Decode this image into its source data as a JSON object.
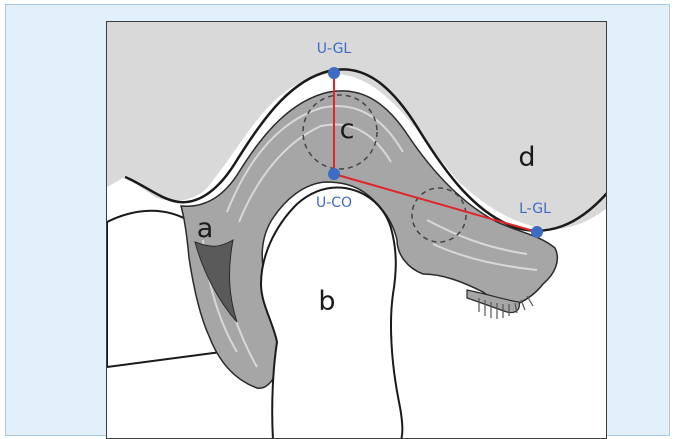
{
  "figure": {
    "regions": {
      "a": "a",
      "b": "b",
      "c": "c",
      "d": "d"
    },
    "points": {
      "upper_glenoid": "U-GL",
      "upper_condyle": "U-CO",
      "lower_glenoid": "L-GL"
    },
    "colors": {
      "background": "#e2f0fb",
      "bone_fill": "#d9d9d9",
      "disc_fill": "#a6a6a6",
      "dark_fill": "#5a5a5a",
      "measure_line": "#e0262b",
      "landmark_point": "#3d6cc4"
    }
  }
}
